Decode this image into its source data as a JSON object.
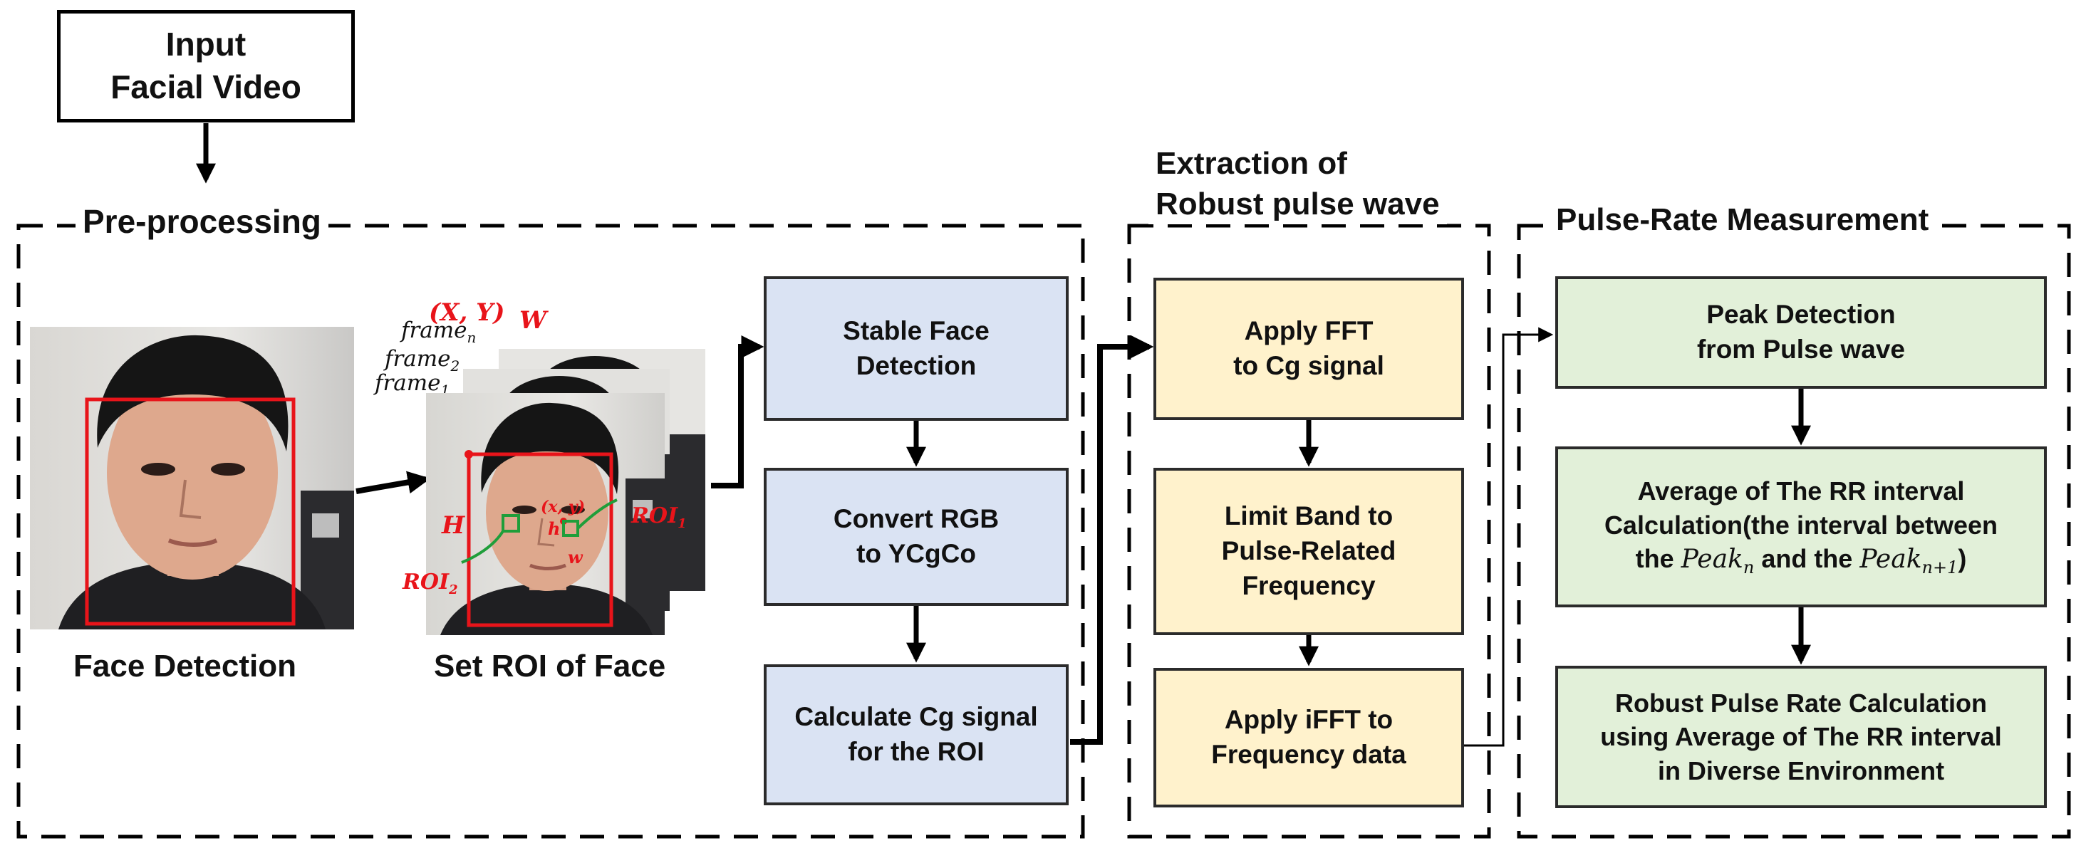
{
  "input_box": {
    "line1": "Input",
    "line2": "Facial Video"
  },
  "sections": {
    "preprocessing": "Pre-processing",
    "extraction_line1": "Extraction of",
    "extraction_line2": "Robust pulse wave",
    "pulse_rate": "Pulse-Rate Measurement"
  },
  "captions": {
    "face_detection": "Face Detection",
    "set_roi": "Set ROI of Face"
  },
  "frame_labels": {
    "frame_n": "frame",
    "frame_n_sub": "n",
    "frame_2": "frame",
    "frame_2_sub": "2",
    "frame_1": "frame",
    "frame_1_sub": "1"
  },
  "roi_labels": {
    "xy": "(X, Y)",
    "w_big": "W",
    "h_big": "H",
    "xy_small": "(x, y)",
    "h_small": "h",
    "w_small": "w",
    "roi1": "ROI",
    "roi1_sub": "1",
    "roi2": "ROI",
    "roi2_sub": "2"
  },
  "preprocessing_steps": [
    {
      "line1": "Stable Face",
      "line2": "Detection"
    },
    {
      "line1": "Convert RGB",
      "line2": "to YCgCo"
    },
    {
      "line1": "Calculate Cg signal",
      "line2": "for the ROI"
    }
  ],
  "extraction_steps": [
    {
      "line1": "Apply FFT",
      "line2": "to Cg signal"
    },
    {
      "line1": "Limit Band to",
      "line2": "Pulse-Related",
      "line3": "Frequency"
    },
    {
      "line1": "Apply iFFT to",
      "line2": "Frequency data"
    }
  ],
  "pulse_steps": {
    "peak": {
      "line1": "Peak Detection",
      "line2": "from Pulse wave"
    },
    "average": {
      "line1": "Average of The RR interval",
      "line2": "Calculation(the interval between",
      "line3_pre": "the ",
      "peak_n": "Peak",
      "peak_n_sub": "n",
      "line3_mid": " and the ",
      "peak_n1": "Peak",
      "peak_n1_sub": "n+1",
      "line3_post": ")"
    },
    "robust": {
      "line1": "Robust Pulse Rate Calculation",
      "line2": "using Average of The RR interval",
      "line3": "in Diverse Environment"
    }
  },
  "colors": {
    "preprocessing_box": "#dae3f3",
    "extraction_box": "#fff2cc",
    "pulse_box": "#e2f0d9",
    "roi_red": "#e8141a",
    "roi_green": "#1f9e3a"
  }
}
